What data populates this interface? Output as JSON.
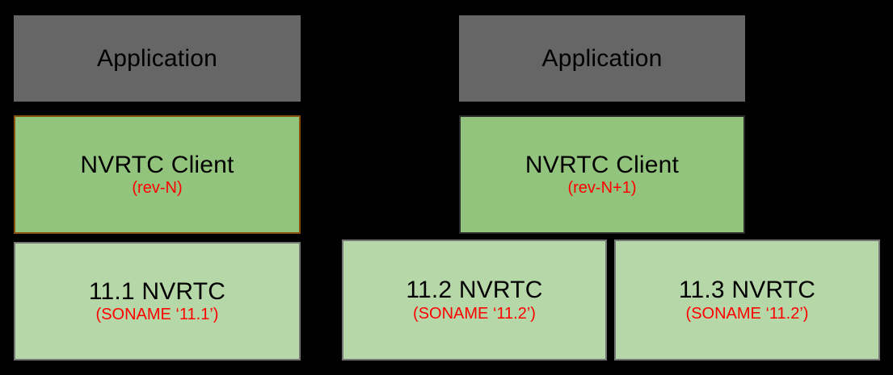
{
  "diagram": {
    "background_color": "#000000",
    "stacks": [
      {
        "name": "left-stack",
        "layers": [
          {
            "id": "app-left",
            "role": "application",
            "title": "Application",
            "subtitle": "",
            "fill": "#666666",
            "border": "#666666"
          },
          {
            "id": "client-left",
            "role": "nvrtc-client",
            "title": "NVRTC Client",
            "subtitle": "(rev-N)",
            "fill": "#93c47d",
            "border": "#8a4f09"
          },
          {
            "id": "lib-left",
            "role": "nvrtc-library",
            "title": "11.1 NVRTC",
            "subtitle": "(SONAME ‘11.1’)",
            "fill": "#b6d7a8",
            "border": "#767676"
          }
        ]
      },
      {
        "name": "right-stack",
        "layers": [
          {
            "id": "app-right",
            "role": "application",
            "title": "Application",
            "subtitle": "",
            "fill": "#666666",
            "border": "#666666"
          },
          {
            "id": "client-right",
            "role": "nvrtc-client",
            "title": "NVRTC Client",
            "subtitle": "(rev-N+1)",
            "fill": "#93c47d",
            "border": "#2b2b2b"
          },
          {
            "id": "lib-mid",
            "role": "nvrtc-library",
            "title": "11.2 NVRTC",
            "subtitle": "(SONAME ‘11.2’)",
            "fill": "#b6d7a8",
            "border": "#767676"
          },
          {
            "id": "lib-right",
            "role": "nvrtc-library",
            "title": "11.3 NVRTC",
            "subtitle": "(SONAME ‘11.2’)",
            "fill": "#b6d7a8",
            "border": "#767676"
          }
        ]
      }
    ]
  },
  "colors": {
    "title_text": "#000000",
    "subtitle_text": "#ff0000",
    "application_fill": "#666666",
    "client_fill": "#93c47d",
    "library_fill": "#b6d7a8",
    "highlight_border": "#8a4f09"
  }
}
